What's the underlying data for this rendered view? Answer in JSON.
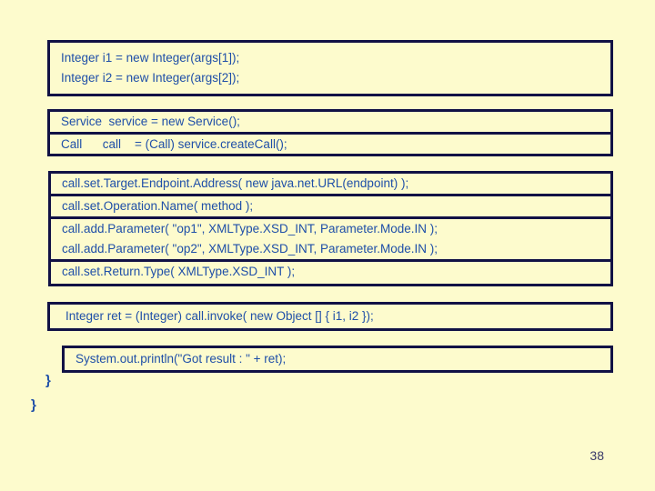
{
  "slide": {
    "page_number": "38",
    "background_color": "#FDFBCD",
    "border_color": "#111145",
    "code_text_color": "#1F4FA8"
  },
  "code_blocks": [
    {
      "name": "integer-args-block",
      "lines": [
        {
          "text": "Integer i1 = new Integer(args[1]);",
          "rule_below": false
        },
        {
          "text": "Integer i2 = new Integer(args[2]);",
          "rule_below": false
        }
      ]
    },
    {
      "name": "service-call-block",
      "lines": [
        {
          "text": "Service  service = new Service();",
          "rule_below": true
        },
        {
          "text": "Call      call    = (Call) service.createCall();",
          "rule_below": false
        }
      ]
    },
    {
      "name": "call-configuration-block",
      "lines": [
        {
          "text": "call.set.Target.Endpoint.Address( new java.net.URL(endpoint) );",
          "rule_below": true
        },
        {
          "text": "call.set.Operation.Name( method );",
          "rule_below": true
        },
        {
          "text": "call.add.Parameter( \"op1\", XMLType.XSD_INT, Parameter.Mode.IN );",
          "rule_below": false
        },
        {
          "text": "call.add.Parameter( \"op2\", XMLType.XSD_INT, Parameter.Mode.IN );",
          "rule_below": true
        },
        {
          "text": "call.set.Return.Type( XMLType.XSD_INT );",
          "rule_below": false
        }
      ]
    },
    {
      "name": "invoke-block",
      "lines": [
        {
          "text": "Integer ret = (Integer) call.invoke( new Object [] { i1, i2 });",
          "rule_below": false
        }
      ]
    },
    {
      "name": "println-block",
      "lines": [
        {
          "text": "System.out.println(\"Got result : \" + ret);",
          "rule_below": false
        }
      ]
    }
  ],
  "braces": [
    {
      "name": "closing-brace-inner",
      "text": "}"
    },
    {
      "name": "closing-brace-outer",
      "text": "}"
    }
  ]
}
